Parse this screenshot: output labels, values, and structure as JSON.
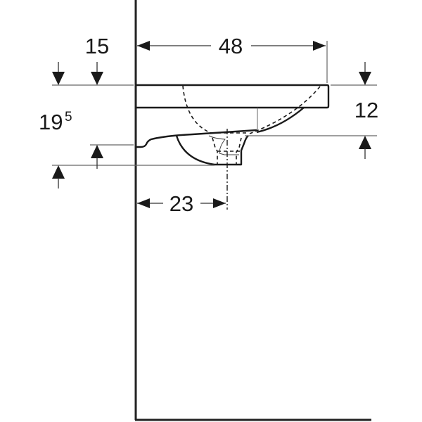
{
  "drawing": {
    "subject": "wall-hung washbasin side elevation",
    "colors": {
      "line": "#1a1a1a",
      "thin_line": "#555555",
      "background": "#ffffff"
    },
    "dimensions": {
      "depth": {
        "value": "48",
        "orientation": "horizontal",
        "position": "top"
      },
      "top_offset": {
        "value": "15",
        "orientation": "vertical",
        "position": "top-left"
      },
      "height_to_bottom": {
        "value": "19",
        "superscript": "5",
        "orientation": "vertical",
        "position": "left"
      },
      "rim_height": {
        "value": "12",
        "orientation": "vertical",
        "position": "right"
      },
      "drain_offset": {
        "value": "23",
        "orientation": "horizontal",
        "position": "below basin"
      }
    }
  }
}
